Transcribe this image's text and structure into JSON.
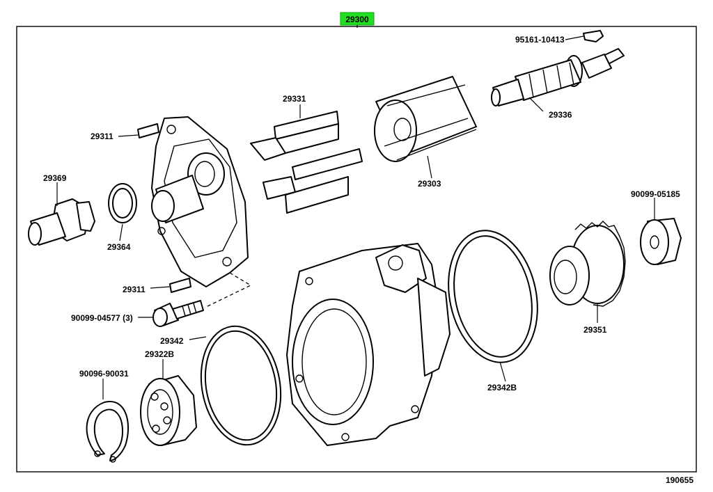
{
  "diagram": {
    "assembly_number": "29300",
    "figure_number": "190655",
    "highlight_color": "#22dd22",
    "parts": [
      {
        "id": "p95161",
        "label": "95161-10413"
      },
      {
        "id": "p29331",
        "label": "29331"
      },
      {
        "id": "p29336",
        "label": "29336"
      },
      {
        "id": "p29311a",
        "label": "29311"
      },
      {
        "id": "p29369",
        "label": "29369"
      },
      {
        "id": "p29303",
        "label": "29303"
      },
      {
        "id": "p90099_05185",
        "label": "90099-05185"
      },
      {
        "id": "p29364",
        "label": "29364"
      },
      {
        "id": "p29311b",
        "label": "29311"
      },
      {
        "id": "p90099_04577",
        "label": "90099-04577 (3)"
      },
      {
        "id": "p29342",
        "label": "29342"
      },
      {
        "id": "p29351",
        "label": "29351"
      },
      {
        "id": "p29322b",
        "label": "29322B"
      },
      {
        "id": "p90096",
        "label": "90096-90031"
      },
      {
        "id": "p29342b",
        "label": "29342B"
      }
    ]
  }
}
